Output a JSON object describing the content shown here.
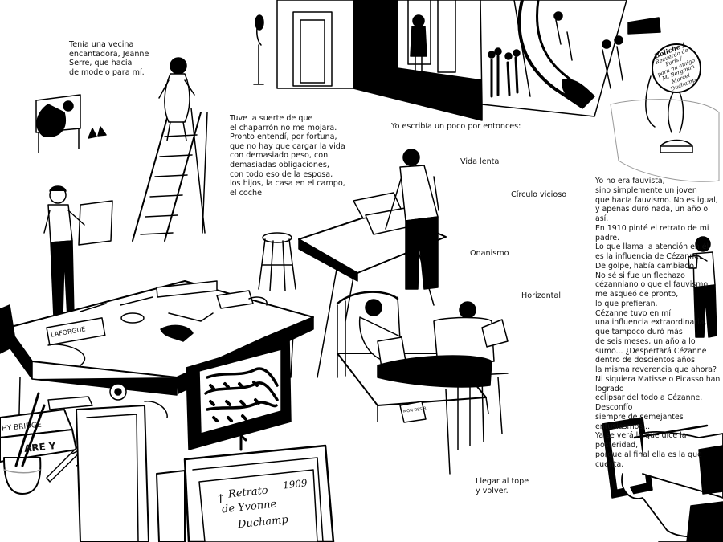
{
  "captions": {
    "vecina": "Tenía una vecina\nencantadora, Jeanne\nSerre, que hacía\nde modelo para mí.",
    "chaparron": "Tuve la suerte de que\nel chaparrón no me mojara.\nPronto entendí, por fortuna,\nque no hay que cargar la vida\ncon demasiado peso, con\ndemasiadas obligaciones,\ncon todo eso de la esposa,\nlos hijos, la casa en el campo,\nel coche.",
    "escribia": "Yo escribía un poco por entonces:",
    "fauvista": "Yo no era fauvista,\nsino simplemente un joven\nque hacía fauvismo. No es igual,\ny apenas duró nada, un año o así.\nEn 1910 pinté el retrato de mi padre.\nLo que llama la atención en él\nes la influencia de Cézanne.\nDe golpe, había cambiado.\nNo sé si fue un flechazo\ncézanniano o que el fauvismo\nme asqueó de pronto,\nlo que prefieran.\nCézanne tuvo en mí\nuna influencia extraordinaria,\nque tampoco duró más\nde seis meses, un año a lo\nsumo... ¿Despertará Cézanne\ndentro de doscientos años\nla misma reverencia que ahora?\nNi siquiera Matisse o Picasso han logrado\neclipsar del todo a Cézanne. Desconfío\nsiempre de semejantes entusiasmos...\nYa se verá lo que dice la posteridad,\nporque al final ella es la que cuenta.",
    "llegar": "Llegar al tope\ny volver."
  },
  "titles": {
    "vida_lenta": "Vida lenta",
    "circulo_vicioso": "Círculo vicioso",
    "onanismo": "Onanismo",
    "horizontal": "Horizontal"
  },
  "props": {
    "book_laforgue": "LAFORGUE",
    "book_spine_1": "HY BRIDGE",
    "book_spine_2": "ARE Y",
    "bed_book": "MON DESIR",
    "canvas_inscription_1": "Retrato",
    "canvas_inscription_2": "de Yvonne",
    "canvas_inscription_3": "Duchamp",
    "canvas_year": "1909",
    "canvas_arrow": "↑",
    "mirror_note_1": "Boliche /",
    "mirror_note_2": "Recuerdo de",
    "mirror_note_3": "París /",
    "mirror_note_4": "para mi amigo",
    "mirror_note_5": "M. Bergman",
    "mirror_note_6": "Marcel Duchamp"
  }
}
